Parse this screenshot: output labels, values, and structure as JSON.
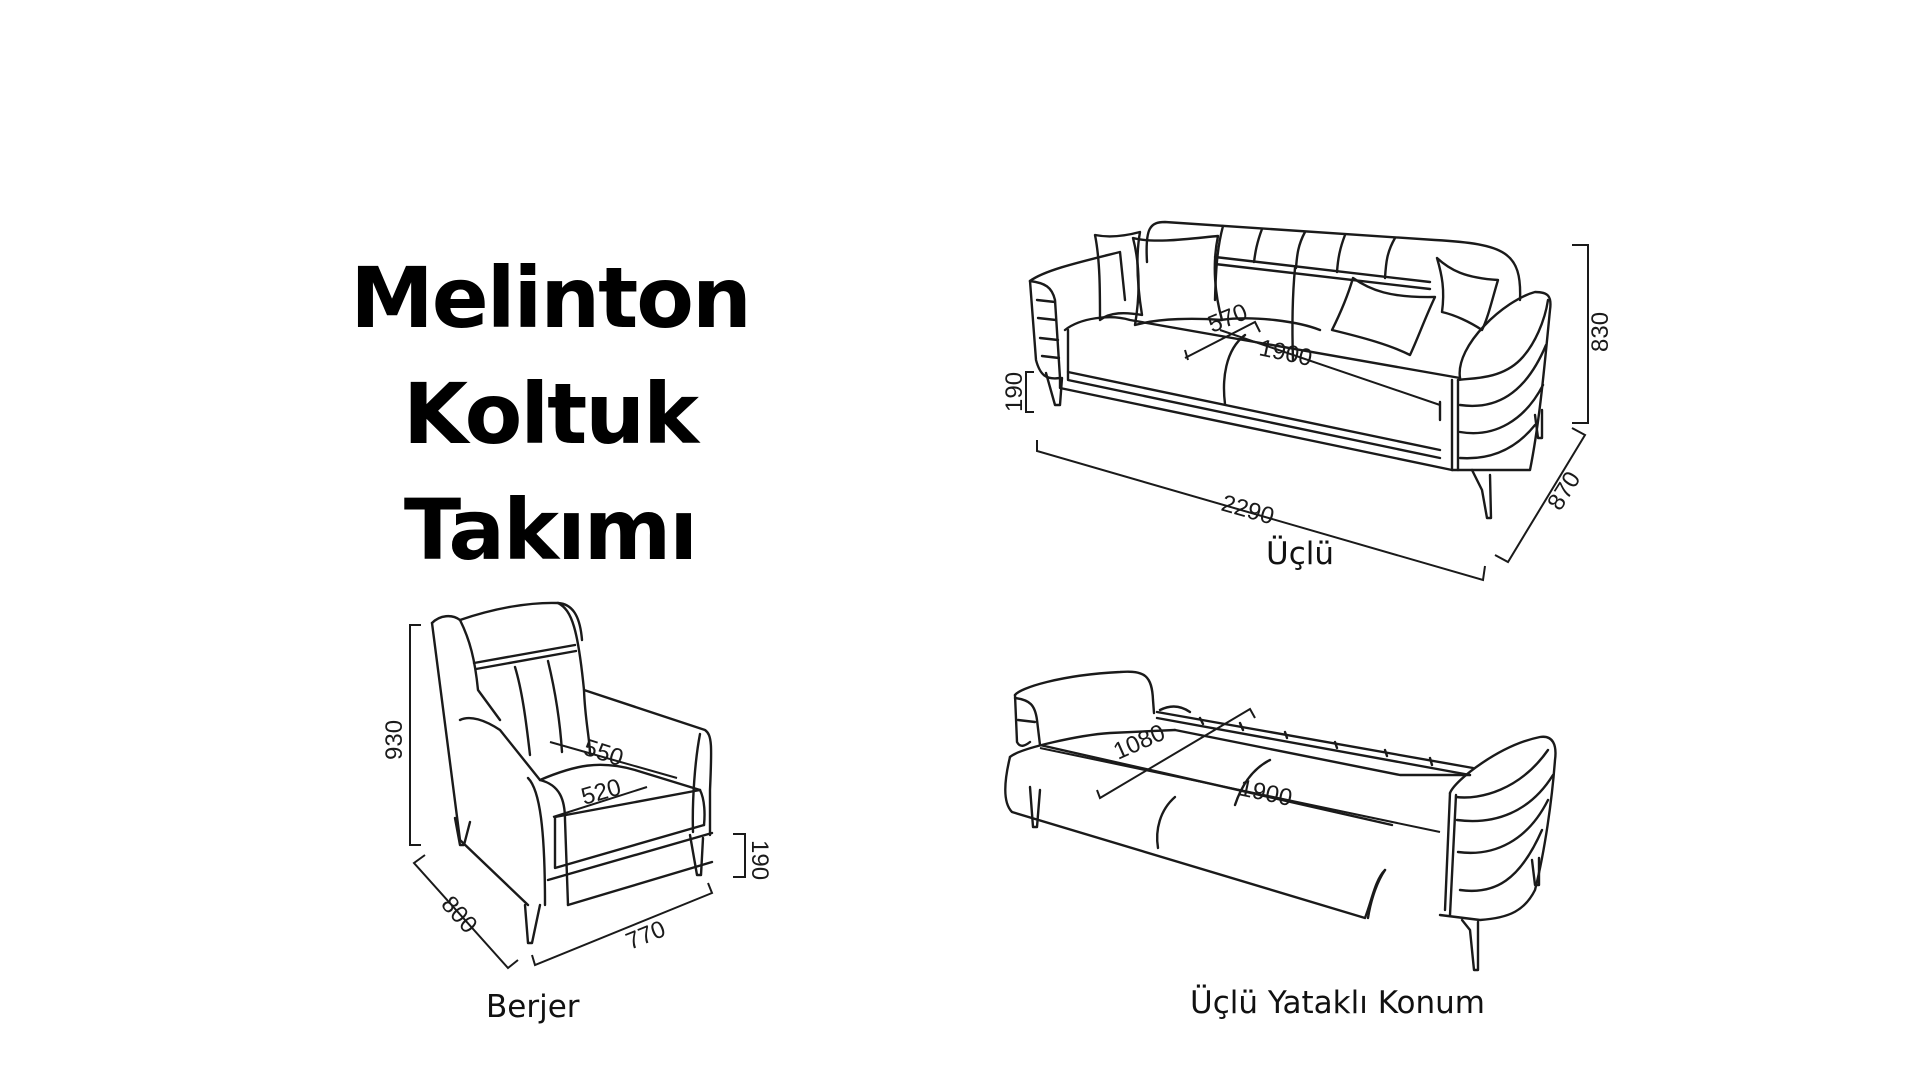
{
  "title": {
    "line1": "Melinton",
    "line2": "Koltuk Takımı"
  },
  "products": {
    "sofa": {
      "label": "Üçlü",
      "dimensions": {
        "width": "2290",
        "depth": "870",
        "height": "830",
        "seat_width": "1900",
        "seat_depth": "570",
        "leg_height": "190"
      }
    },
    "armchair": {
      "label": "Berjer",
      "dimensions": {
        "width": "770",
        "depth": "800",
        "height": "930",
        "seat_depth": "550",
        "seat_width": "520",
        "leg_height": "190"
      }
    },
    "sofa_bed": {
      "label": "Üçlü Yataklı Konum",
      "dimensions": {
        "bed_width": "1080",
        "bed_length": "1900"
      }
    }
  },
  "colors": {
    "background": "#ffffff",
    "line": "#1a1a1a",
    "text": "#000000"
  }
}
